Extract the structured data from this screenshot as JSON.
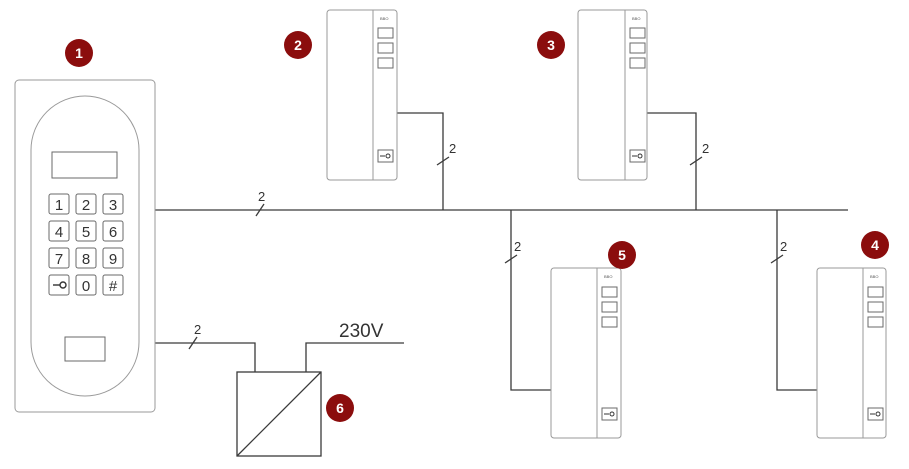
{
  "colors": {
    "badge": "#8b0d0d",
    "wire": "#3a3a3a",
    "outline": "#9a9a9a"
  },
  "badges": [
    "1",
    "2",
    "3",
    "4",
    "5",
    "6"
  ],
  "wire_labels": {
    "bus": "2",
    "drop_2": "2",
    "drop_3": "2",
    "drop_5": "2",
    "drop_4": "2",
    "psu": "2"
  },
  "power_label": "230V",
  "keypad": {
    "keys": [
      "1",
      "2",
      "3",
      "4",
      "5",
      "6",
      "7",
      "8",
      "9",
      "key-icon",
      "0",
      "#"
    ]
  },
  "monitor_brand": "BBO",
  "icons": {
    "key": "key-icon",
    "converter": "power-supply-diagonal-icon"
  }
}
